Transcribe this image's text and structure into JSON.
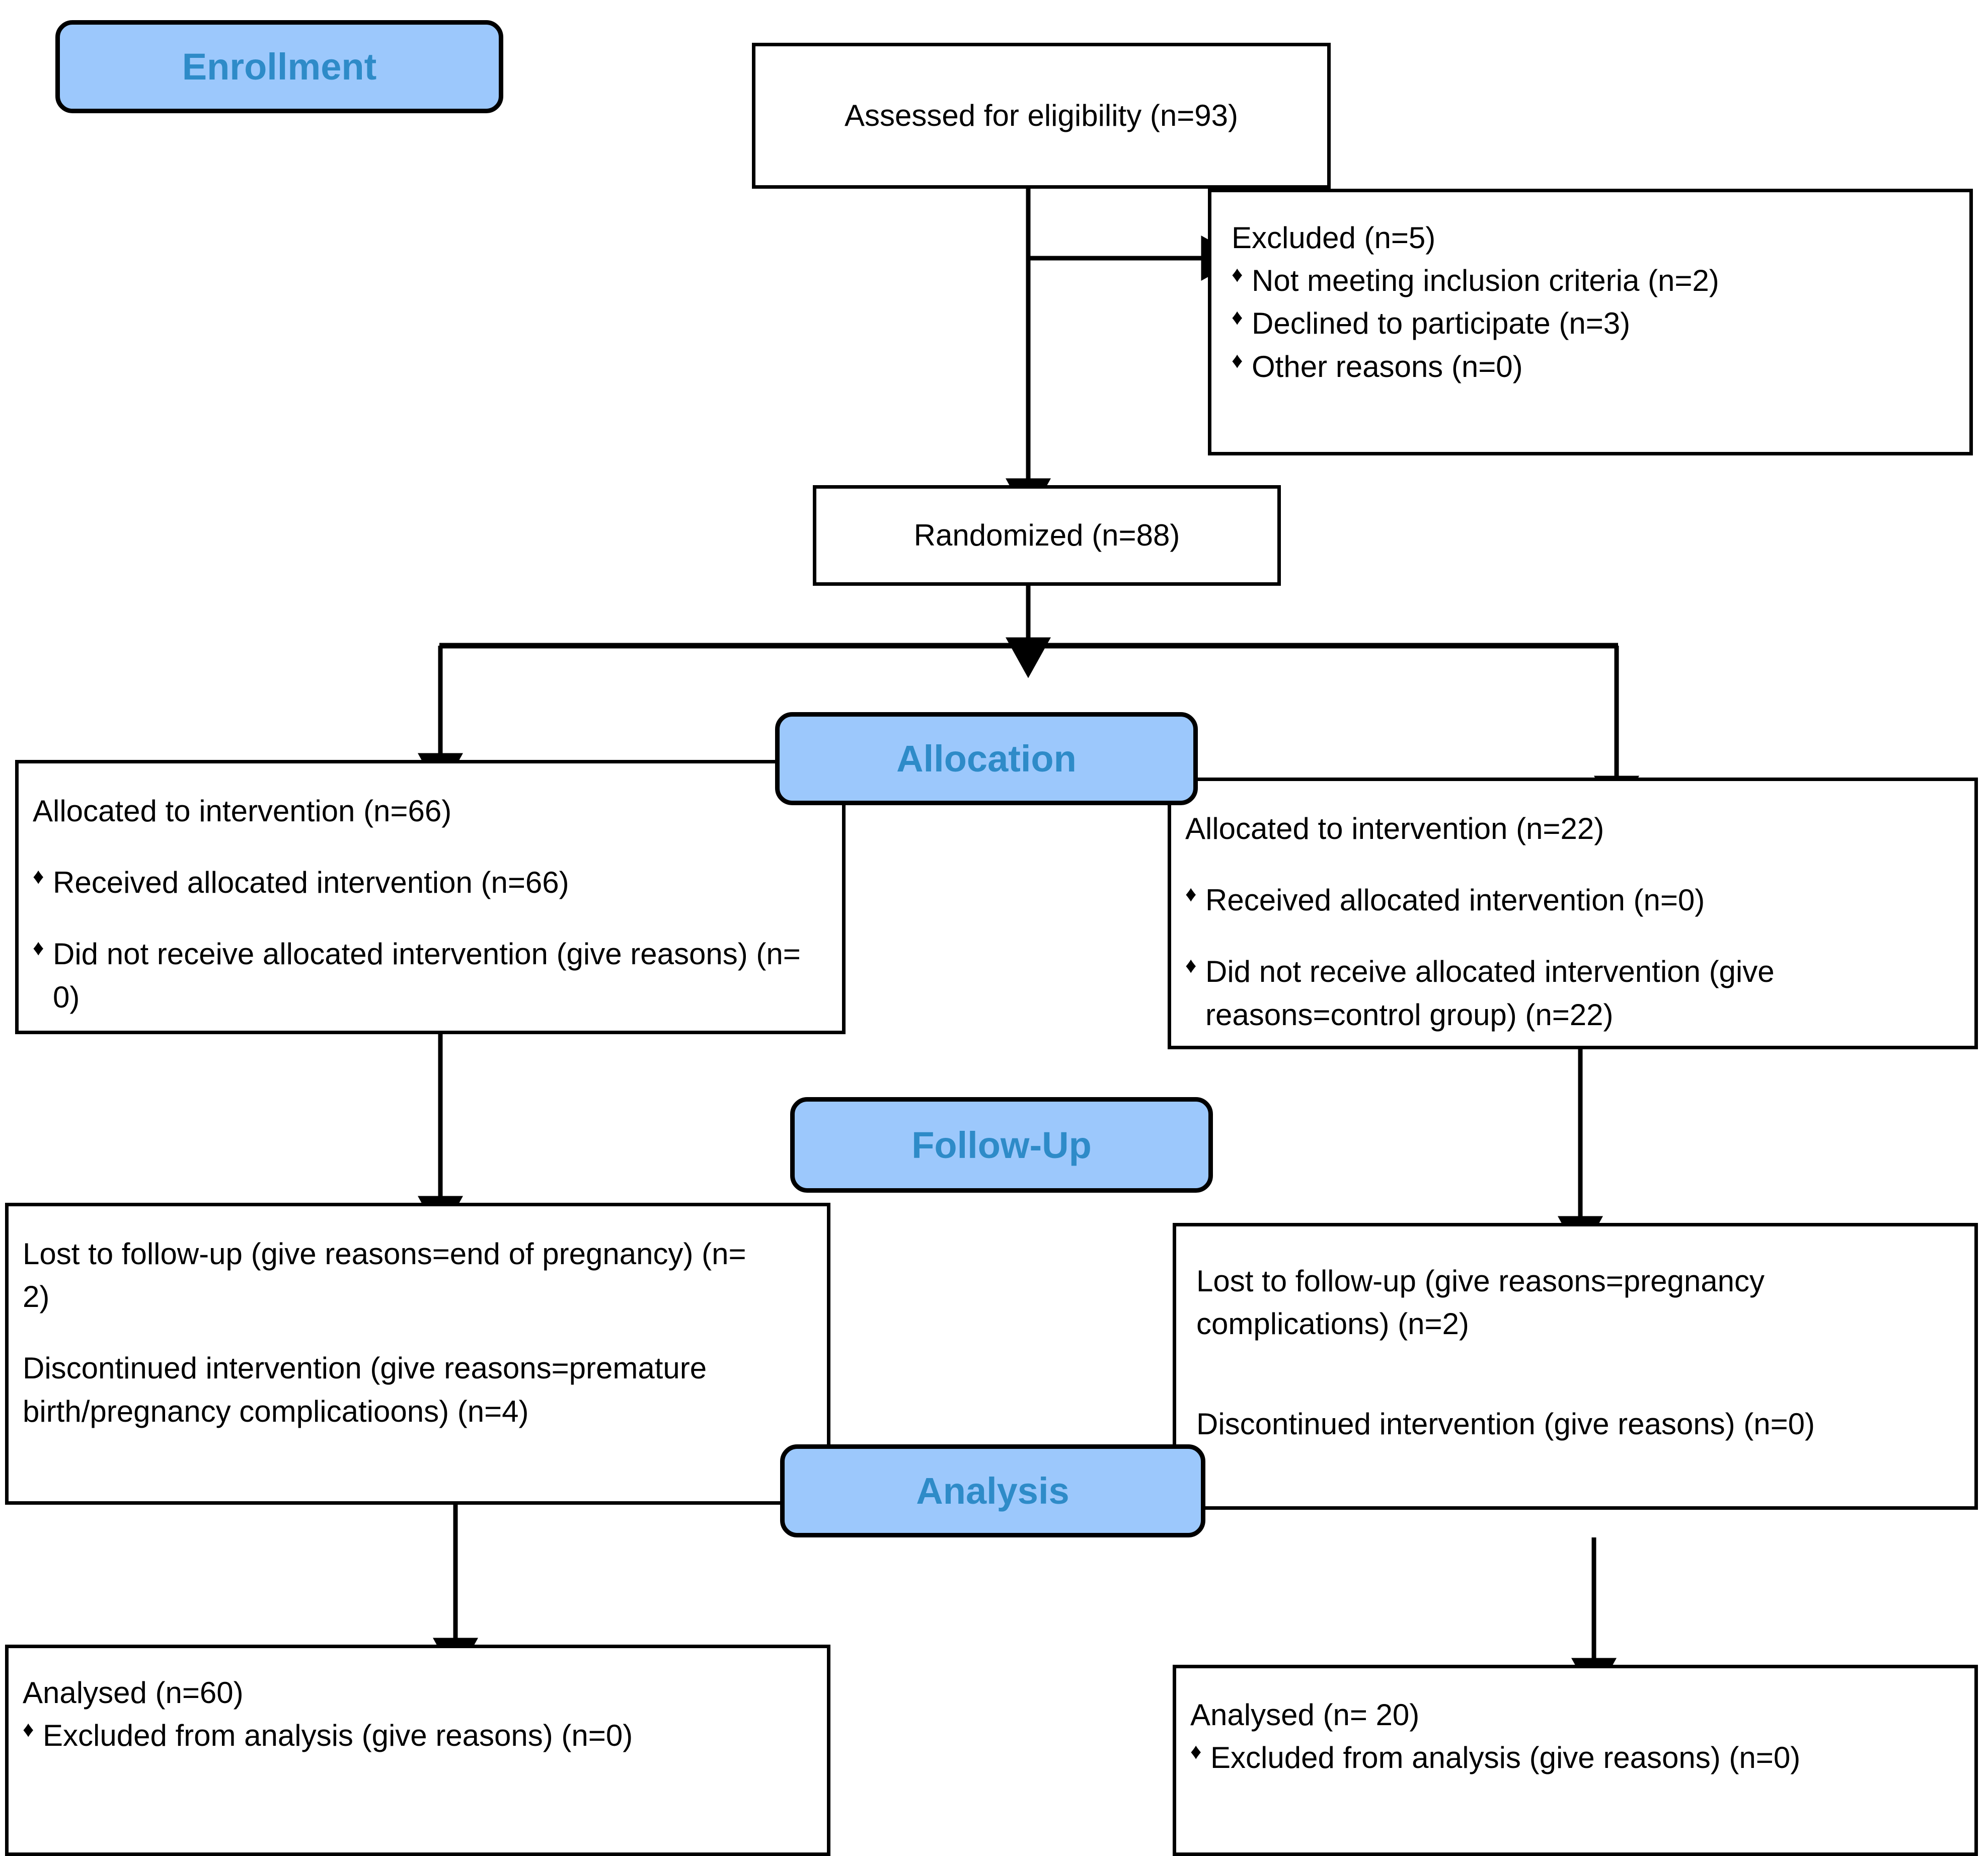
{
  "diagram": {
    "title": "CONSORT flow diagram",
    "accent_blue_fill": "#9CC8FC",
    "accent_blue_text": "#2E8BC8",
    "line_color": "#000000",
    "box_fill": "#FFFFFF",
    "bullet_glyph": "♦"
  },
  "stages": {
    "enrollment": "Enrollment",
    "allocation": "Allocation",
    "followup": "Follow-Up",
    "analysis": "Analysis"
  },
  "enrollment": {
    "assessed": "Assessed for eligibility (n=93)",
    "excluded_heading": "Excluded (n=5)",
    "excluded_reasons": [
      "Not meeting inclusion criteria (n=2)",
      "Declined to participate (n=3)",
      "Other reasons (n=0)"
    ],
    "randomized": "Randomized (n=88)"
  },
  "allocation": {
    "left": {
      "heading": "Allocated to intervention (n=66)",
      "bullets": [
        "Received allocated intervention (n=66)",
        "Did not receive allocated intervention (give reasons) (n= 0)"
      ]
    },
    "right": {
      "heading": "Allocated to intervention (n=22)",
      "bullets": [
        "Received allocated intervention (n=0)",
        "Did not receive allocated intervention (give reasons=control group) (n=22)"
      ]
    }
  },
  "followup": {
    "left": {
      "lost": "Lost to follow-up (give reasons=end of pregnancy) (n= 2)",
      "discontinued": "Discontinued intervention (give reasons=premature birth/pregnancy complicatioons) (n=4)"
    },
    "right": {
      "lost": "Lost to follow-up (give reasons=pregnancy complications) (n=2)",
      "discontinued": "Discontinued intervention (give reasons) (n=0)"
    }
  },
  "analysis": {
    "left": {
      "heading": "Analysed (n=60)",
      "bullets": [
        "Excluded from analysis (give reasons) (n=0)"
      ]
    },
    "right": {
      "heading": "Analysed (n= 20)",
      "bullets": [
        "Excluded from analysis (give reasons) (n=0)"
      ]
    }
  }
}
